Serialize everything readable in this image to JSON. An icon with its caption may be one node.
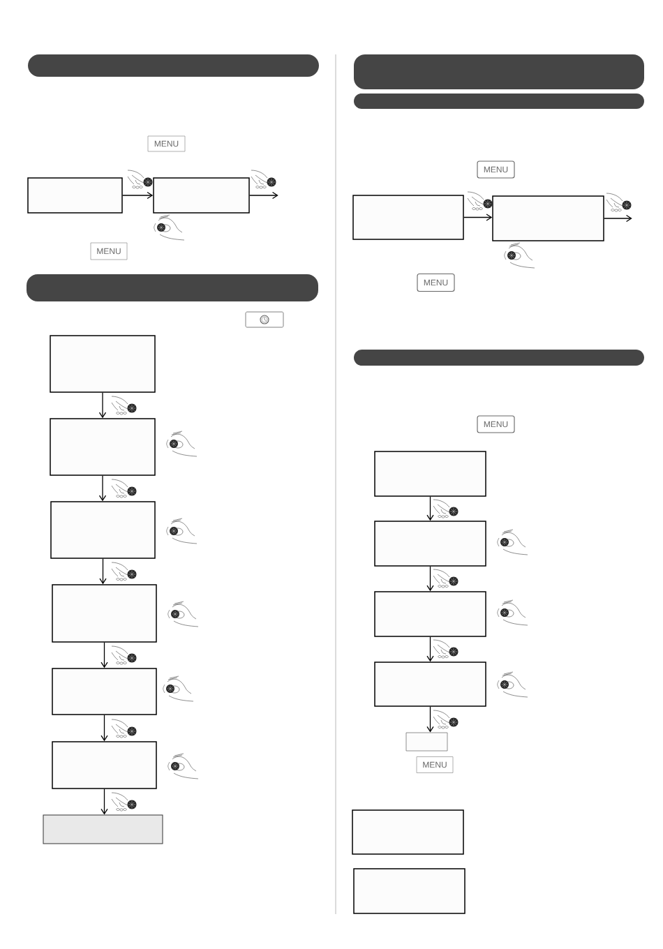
{
  "diagram": {
    "nodes": [
      {
        "text": [],
        "shape": "box"
      },
      {
        "text": [],
        "shape": "box"
      },
      {
        "text": [],
        "shape": "box"
      },
      {
        "text": [],
        "shape": "box"
      },
      {
        "text": [],
        "shape": "box"
      },
      {
        "text": [],
        "shape": "box"
      },
      {
        "text": [],
        "shape": "box"
      },
      {
        "text": [],
        "shape": "box"
      },
      {
        "text": [],
        "shape": "box"
      },
      {
        "text": [],
        "shape": "box"
      },
      {
        "text": [],
        "shape": "box"
      },
      {
        "text": [],
        "shape": "box"
      },
      {
        "text": [],
        "shape": "box"
      },
      {
        "text": [],
        "shape": "box"
      },
      {
        "text": [],
        "shape": "box"
      },
      {
        "text": [],
        "shape": "box"
      },
      {
        "text": [],
        "shape": "box"
      },
      {
        "text": [],
        "shape": "box"
      }
    ],
    "edges": [
      {
        "from": 0,
        "to": 1,
        "arrow": "to"
      },
      {
        "from": 1,
        "to": null,
        "arrow": "to"
      },
      {
        "from": 2,
        "to": 3,
        "arrow": "to"
      },
      {
        "from": 3,
        "to": 4,
        "arrow": "to"
      },
      {
        "from": 4,
        "to": 5,
        "arrow": "to"
      },
      {
        "from": 5,
        "to": 6,
        "arrow": "to"
      },
      {
        "from": 6,
        "to": 7,
        "arrow": "to"
      },
      {
        "from": 7,
        "to": 8,
        "arrow": "to"
      },
      {
        "from": 9,
        "to": 10,
        "arrow": "to"
      },
      {
        "from": 10,
        "to": null,
        "arrow": "to"
      },
      {
        "from": 11,
        "to": 12,
        "arrow": "to"
      },
      {
        "from": 12,
        "to": 13,
        "arrow": "to"
      },
      {
        "from": 13,
        "to": 14,
        "arrow": "to"
      },
      {
        "from": 14,
        "to": 15,
        "arrow": "to"
      }
    ],
    "labels": [
      "MENU",
      "MENU",
      "MENU",
      "MENU",
      "MENU",
      "MENU"
    ]
  }
}
